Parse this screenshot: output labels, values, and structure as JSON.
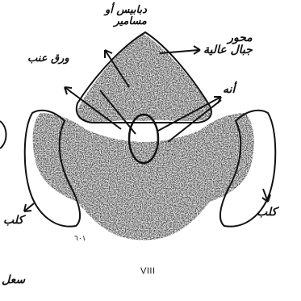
{
  "plate_number": "VIII",
  "annotations": {
    "top_center_line1": "دبابيس أو",
    "top_center_line2": "مسامير",
    "top_right_line1": "محور",
    "top_right_line2": "جبال عالية",
    "left_label": "ورق عنب",
    "center_right_label": "أنه",
    "bottom_left_label": "كلب",
    "bottom_right_label": "كلب",
    "bottom_corner_label": "سعل"
  },
  "colors": {
    "ink": "#111111",
    "paper": "#ffffff",
    "blot": "#1a1a1a"
  },
  "icons": {
    "inkblot": "rorschach-inkblot-icon",
    "arrows": "pointer-arrow-icon"
  }
}
